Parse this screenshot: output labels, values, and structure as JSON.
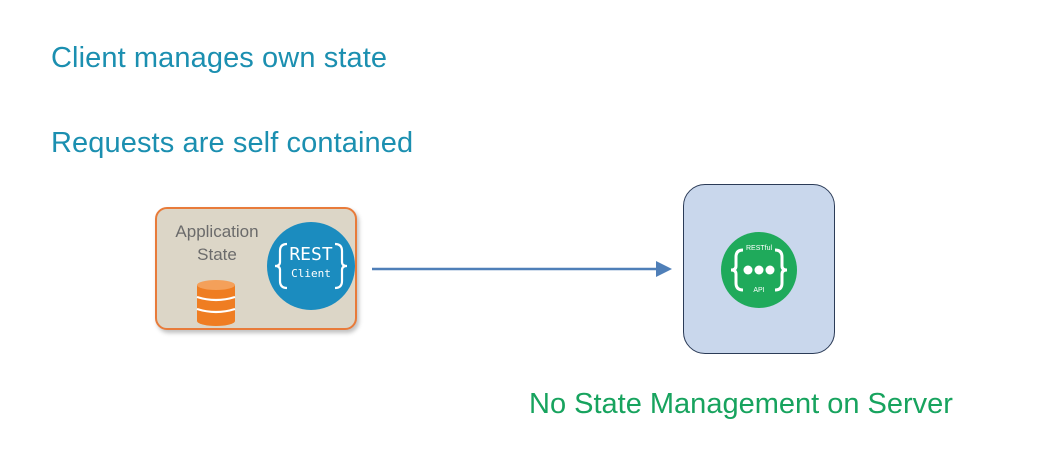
{
  "headings": {
    "client_manages": "Client manages own state",
    "requests": "Requests are self contained"
  },
  "client": {
    "app_state_label": "Application State",
    "rest_title": "REST",
    "rest_subtitle": "Client",
    "db_icon": "database-icon",
    "border_color": "#e87b3a",
    "fill_color": "#dcd6c7"
  },
  "server": {
    "api_top_label": "RESTful",
    "api_bottom_label": "API",
    "api_icon": "restful-api-icon",
    "fill_color": "#c9d7ec",
    "icon_color": "#1faa5b"
  },
  "caption": "No State Management on Server",
  "colors": {
    "heading": "#1b8fb0",
    "caption": "#17a35e",
    "arrow": "#4f7fb8",
    "rest_client": "#1b8cbf"
  }
}
